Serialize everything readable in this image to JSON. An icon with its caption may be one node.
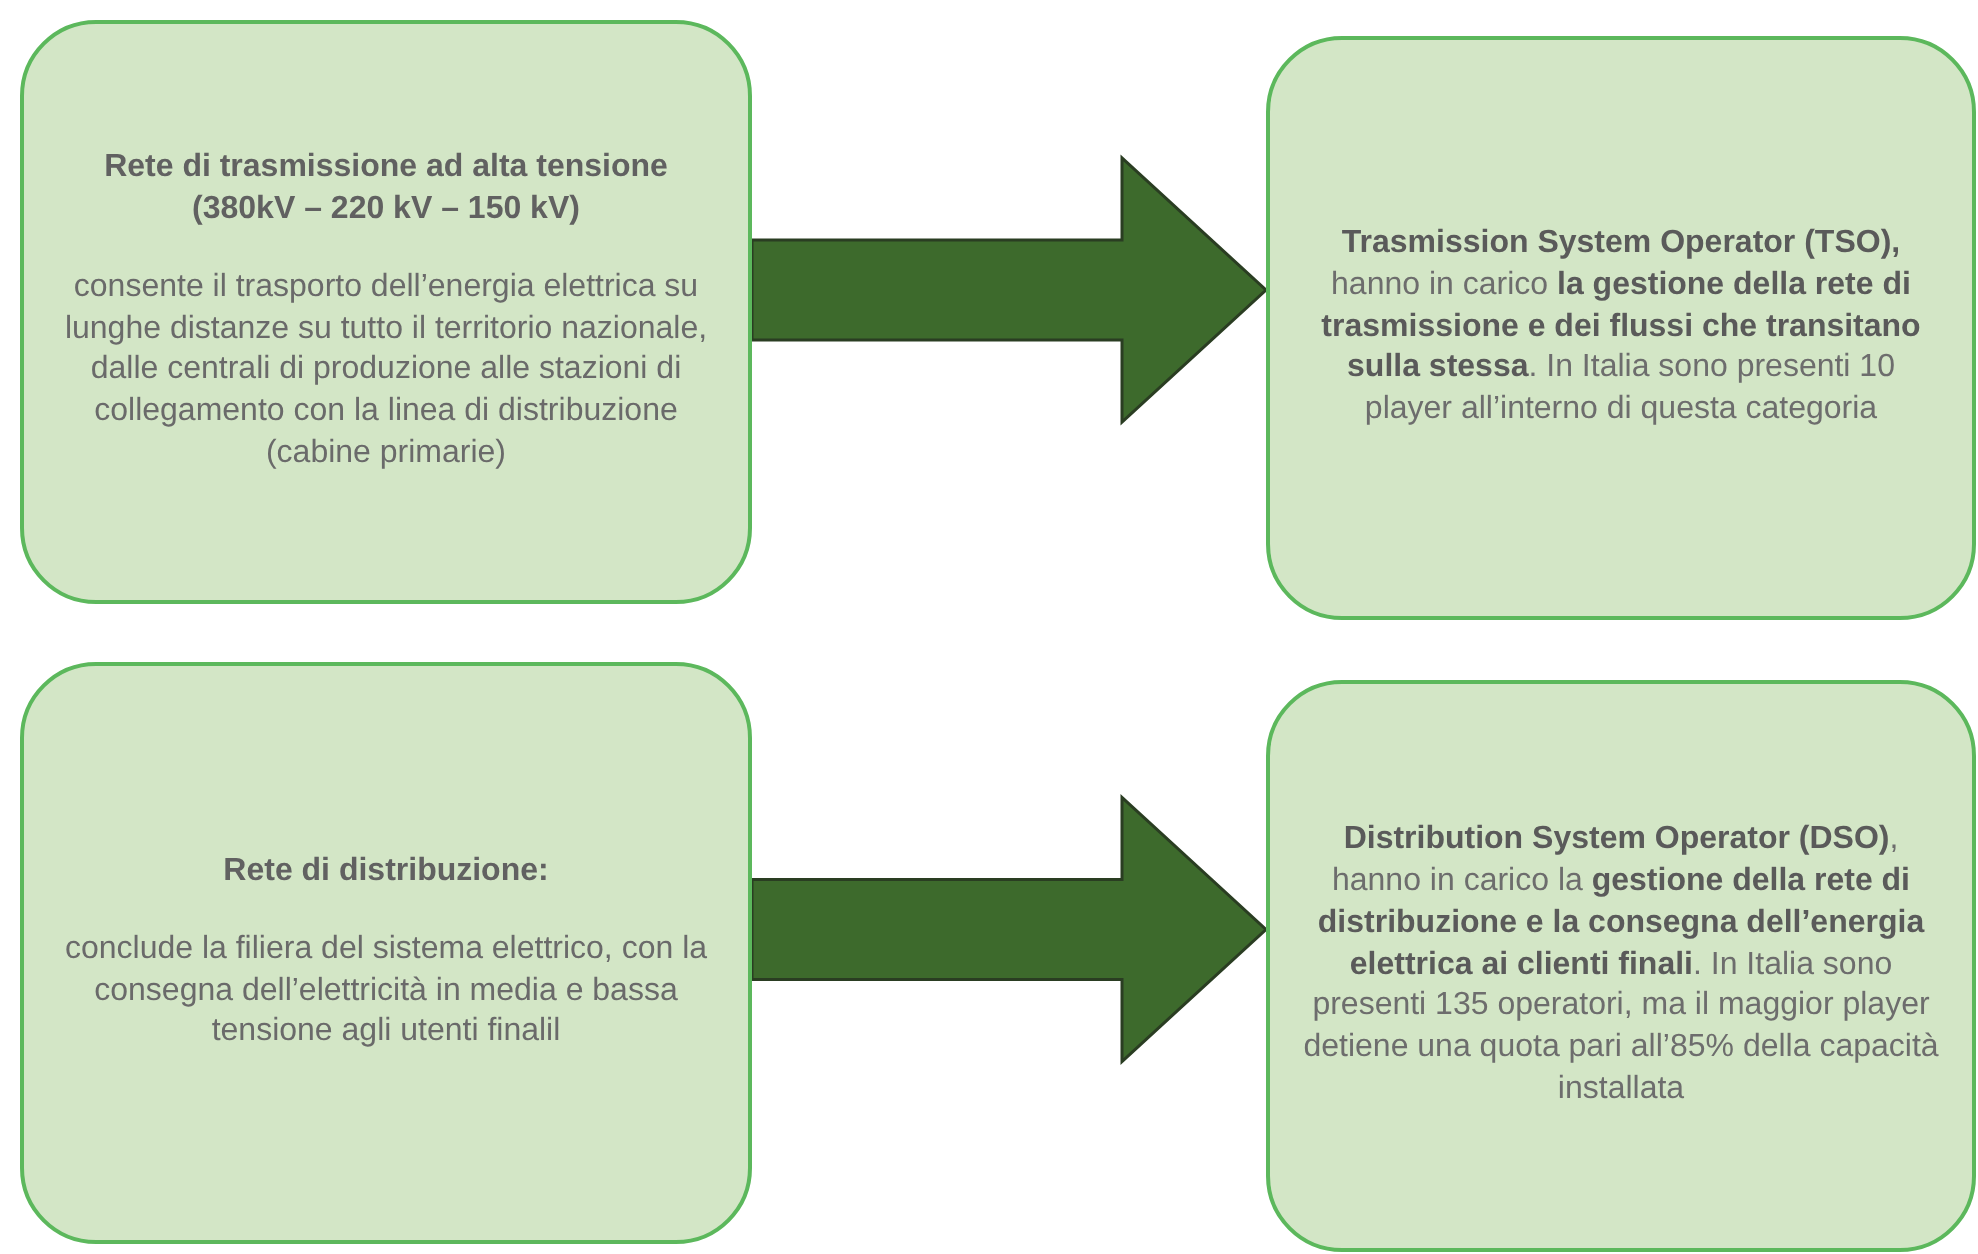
{
  "diagram": {
    "nodes": [
      {
        "text": [
          "Rete di trasmissione ad alta tensione (380kV – 220 kV – 150 kV)",
          "consente il trasporto dell’energia elettrica su lunghe distanze su tutto il territorio nazionale, dalle centrali di produzione alle stazioni di collegamento con la linea di distribuzione (cabine primarie)"
        ]
      },
      {
        "text": [
          "**Trasmission System Operator (TSO),** hanno in carico **la gestione della rete di trasmissione e dei flussi che transitano sulla stessa**. In Italia sono presenti 10 player all’interno di questa categoria"
        ]
      },
      {
        "text": [
          "Rete di distribuzione:",
          "conclude la filiera del sistema elettrico, con la consegna dell’elettricità in media e bassa tensione agli utenti finalil"
        ]
      },
      {
        "text": [
          "**Distribution System Operator (DSO)**, hanno in carico la **gestione della rete di distribuzione e la consegna dell’energia elettrica ai clienti finali**. In Italia sono presenti 135 operatori, ma il maggior player detiene una quota pari all’85% della capacità installata"
        ]
      }
    ],
    "edges": [
      {
        "from": 0,
        "to": 1,
        "arrow": "to"
      },
      {
        "from": 2,
        "to": 3,
        "arrow": "to"
      }
    ]
  }
}
